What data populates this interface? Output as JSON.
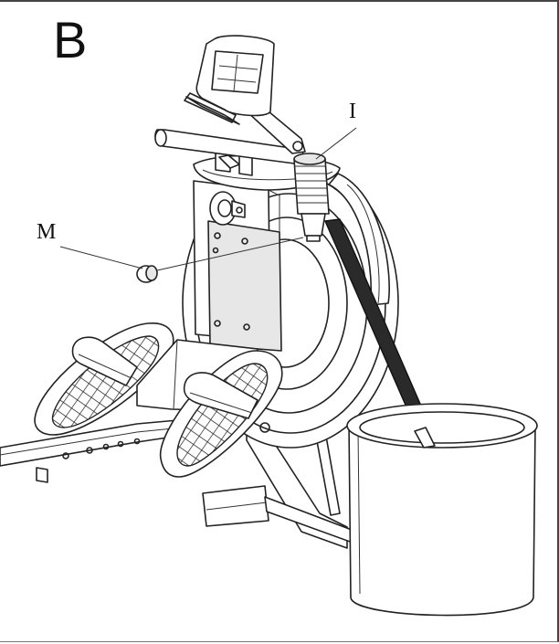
{
  "figure": {
    "panel_label": "B",
    "callouts": {
      "m": "M",
      "i": "I"
    }
  }
}
